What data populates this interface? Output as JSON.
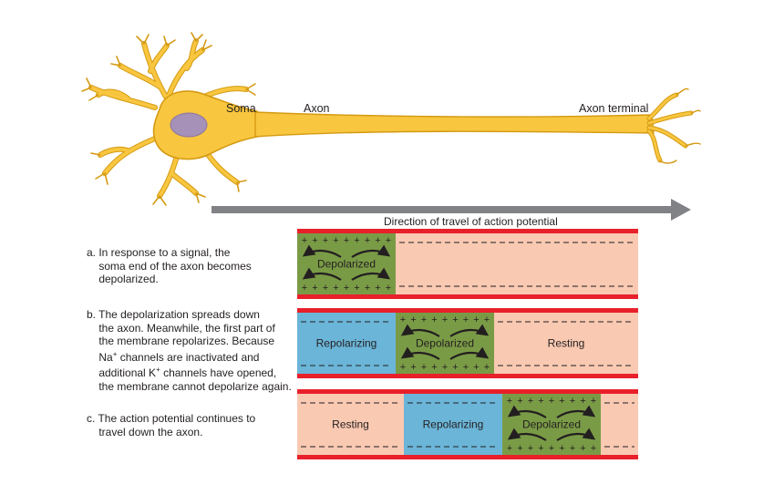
{
  "neuron": {
    "soma_label": "Soma",
    "axon_label": "Axon",
    "terminal_label": "Axon terminal",
    "colors": {
      "body": "#f8c63f",
      "outline": "#d49a12",
      "nucleus": "#a691b8"
    }
  },
  "direction_label": "Direction of travel of action potential",
  "panels": [
    {
      "id": "a",
      "description": "a. In response to a signal, the\n    soma end of the axon becomes\n    depolarized.",
      "segments": [
        {
          "state": "Depolarized",
          "label": "Depolarized"
        },
        {
          "state": "Resting",
          "label": ""
        }
      ]
    },
    {
      "id": "b",
      "description_lines": [
        "b. The depolarization spreads down",
        "    the axon. Meanwhile, the first part of",
        "    the membrane repolarizes. Because",
        "    Na+ channels are inactivated and",
        "    additional K+ channels have opened,",
        "    the membrane cannot depolarize again."
      ],
      "segments": [
        {
          "state": "Repolarizing",
          "label": "Repolarizing"
        },
        {
          "state": "Depolarized",
          "label": "Depolarized"
        },
        {
          "state": "Resting",
          "label": "Resting"
        }
      ]
    },
    {
      "id": "c",
      "description": "c. The action potential continues to\n    travel down the axon.",
      "segments": [
        {
          "state": "Resting",
          "label": "Resting"
        },
        {
          "state": "Repolarizing",
          "label": "Repolarizing"
        },
        {
          "state": "Depolarized",
          "label": "Depolarized"
        },
        {
          "state": "Resting",
          "label": ""
        }
      ]
    }
  ],
  "charge_symbols": {
    "positive": "+",
    "dash": "–"
  },
  "colors": {
    "membrane": "#e8202a",
    "resting": "#f9c9b2",
    "depolarized": "#7a9b46",
    "repolarizing": "#6bb5d8",
    "arrow": "#808285"
  }
}
